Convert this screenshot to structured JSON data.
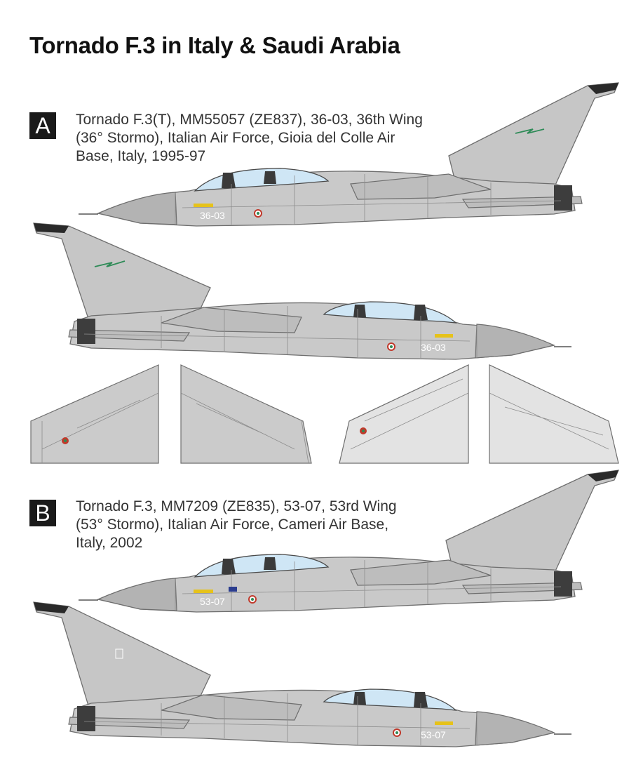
{
  "page": {
    "title": "Tornado F.3 in Italy & Saudi Arabia"
  },
  "schemes": [
    {
      "letter": "A",
      "caption_lines": [
        "Tornado F.3(T), MM55057 (ZE837), 36-03, 36th Wing",
        "(36° Stormo), Italian Air Force, Gioia del Colle Air",
        "Base, Italy, 1995-97"
      ],
      "fuselage_code": "36-03"
    },
    {
      "letter": "B",
      "caption_lines": [
        "Tornado F.3, MM7209 (ZE835), 53-07, 53rd Wing",
        "(53° Stormo), Italian Air Force, Cameri Air Base,",
        "Italy, 2002"
      ],
      "fuselage_code": "53-07"
    }
  ],
  "colors": {
    "airframe_grey": "#c9c9c9",
    "nose_grey": "#b3b3b3",
    "canopy_blue": "#cfe6f5",
    "roundel_red": "#c0392b",
    "roundel_green": "#2e8b57",
    "marking_yellow": "#e6c21a",
    "badge_black": "#1a1a1a"
  }
}
